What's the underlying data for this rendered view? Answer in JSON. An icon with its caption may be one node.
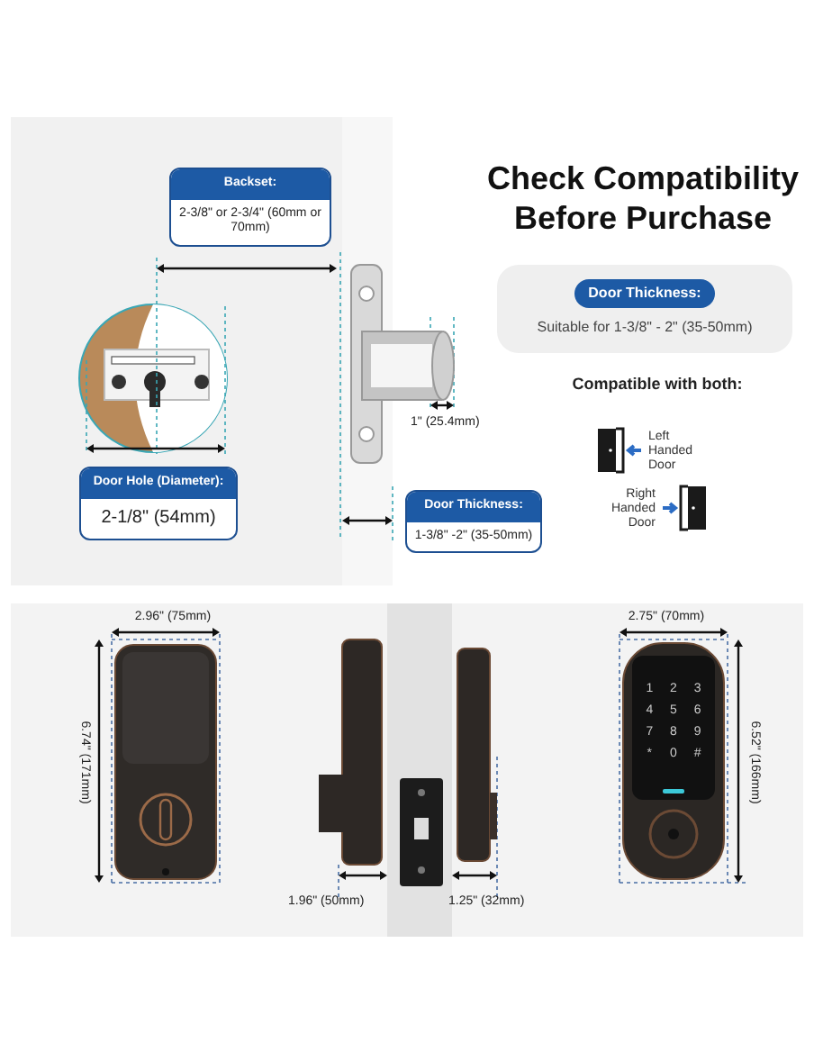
{
  "diagram": {
    "title": "Check Compatibility Before Purchase",
    "nodes": [
      {
        "text": [
          "Backset:",
          "2-3/8\" or 2-3/4\" (60mm or 70mm)"
        ]
      },
      {
        "text": [
          "Door Hole (Diameter):",
          "2-1/8\" (54mm)"
        ]
      },
      {
        "text": [
          "Door Thickness:",
          "1-3/8\" -2\" (35-50mm)"
        ]
      },
      {
        "text": [
          "Door Thickness:",
          "Suitable for 1-3/8\" - 2\" (35-50mm)"
        ]
      }
    ],
    "labels": [
      "1\" (25.4mm)",
      "Compatible with both:",
      "Left Handed Door",
      "Right Handed Door",
      "2.96\" (75mm)",
      "6.74\" (171mm)",
      "1",
      "2",
      "3",
      "4",
      "5",
      "6",
      "7",
      "8",
      "9",
      "*",
      "0",
      "#",
      "1.96\" (50mm)",
      "1.25\" (32mm)",
      "2.75\" (70mm)",
      "6.52\" (166mm)"
    ]
  }
}
